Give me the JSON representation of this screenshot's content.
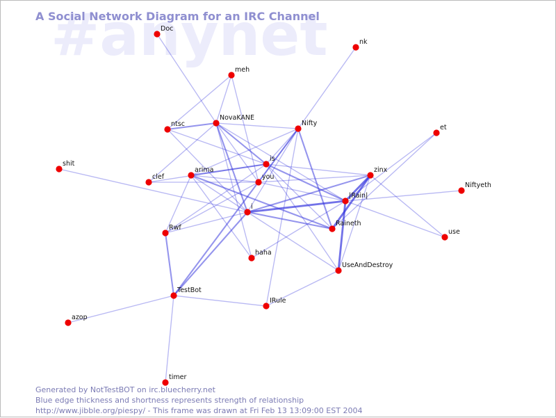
{
  "title": "A Social Network Diagram for an IRC Channel",
  "watermark": "#anynet",
  "footer": {
    "line1": "Generated by NotTestBOT on irc.bluecherry.net",
    "line2": "Blue edge thickness and shortness represents strength of relationship",
    "line3": "http://www.jibble.org/piespy/ - This frame was drawn at Fri Feb 13 13:09:00 EST 2004"
  },
  "colors": {
    "node": "#ee0000",
    "edge": "#3333dd",
    "title": "#8f8fd0",
    "watermark": "#ececfb"
  },
  "nodes": [
    {
      "id": "Doc",
      "label": "Doc"
    },
    {
      "id": "nk",
      "label": "nk"
    },
    {
      "id": "meh",
      "label": "meh"
    },
    {
      "id": "NovaKANE",
      "label": "NovaKANE"
    },
    {
      "id": "ntsc",
      "label": "ntsc"
    },
    {
      "id": "Nifty",
      "label": "Nifty"
    },
    {
      "id": "et",
      "label": "et"
    },
    {
      "id": "shit",
      "label": "shit"
    },
    {
      "id": "is",
      "label": "is"
    },
    {
      "id": "arima",
      "label": "arima"
    },
    {
      "id": "clef",
      "label": "clef"
    },
    {
      "id": "you",
      "label": "you"
    },
    {
      "id": "zinx",
      "label": "zinx"
    },
    {
      "id": "Niftyeth",
      "label": "Niftyeth"
    },
    {
      "id": "Rain",
      "label": "|Rain|"
    },
    {
      "id": "i",
      "label": "i"
    },
    {
      "id": "Rwf",
      "label": "Rwf"
    },
    {
      "id": "Raineth",
      "label": "Raineth"
    },
    {
      "id": "use",
      "label": "use"
    },
    {
      "id": "haha",
      "label": "haha"
    },
    {
      "id": "UseAndDestroy",
      "label": "UseAndDestroy"
    },
    {
      "id": "TestBot",
      "label": "TestBot"
    },
    {
      "id": "IRule",
      "label": "IRule"
    },
    {
      "id": "azop",
      "label": "azop"
    },
    {
      "id": "timer",
      "label": "timer"
    }
  ],
  "edges": [
    {
      "from": "Doc",
      "to": "NovaKANE",
      "weight": 1
    },
    {
      "from": "nk",
      "to": "Nifty",
      "weight": 1
    },
    {
      "from": "meh",
      "to": "NovaKANE",
      "weight": 1
    },
    {
      "from": "meh",
      "to": "ntsc",
      "weight": 1
    },
    {
      "from": "meh",
      "to": "you",
      "weight": 1
    },
    {
      "from": "ntsc",
      "to": "NovaKANE",
      "weight": 2
    },
    {
      "from": "ntsc",
      "to": "is",
      "weight": 1
    },
    {
      "from": "ntsc",
      "to": "i",
      "weight": 1
    },
    {
      "from": "NovaKANE",
      "to": "Nifty",
      "weight": 1
    },
    {
      "from": "NovaKANE",
      "to": "is",
      "weight": 2
    },
    {
      "from": "NovaKANE",
      "to": "i",
      "weight": 2
    },
    {
      "from": "NovaKANE",
      "to": "clef",
      "weight": 1
    },
    {
      "from": "NovaKANE",
      "to": "Rain",
      "weight": 1
    },
    {
      "from": "NovaKANE",
      "to": "haha",
      "weight": 1
    },
    {
      "from": "NovaKANE",
      "to": "you",
      "weight": 1
    },
    {
      "from": "Nifty",
      "to": "is",
      "weight": 1
    },
    {
      "from": "Nifty",
      "to": "arima",
      "weight": 1
    },
    {
      "from": "Nifty",
      "to": "i",
      "weight": 1
    },
    {
      "from": "Nifty",
      "to": "Raineth",
      "weight": 2
    },
    {
      "from": "Nifty",
      "to": "you",
      "weight": 1
    },
    {
      "from": "Nifty",
      "to": "IRule",
      "weight": 1
    },
    {
      "from": "Nifty",
      "to": "TestBot",
      "weight": 2
    },
    {
      "from": "is",
      "to": "arima",
      "weight": 2
    },
    {
      "from": "is",
      "to": "zinx",
      "weight": 1
    },
    {
      "from": "is",
      "to": "Rain",
      "weight": 2
    },
    {
      "from": "is",
      "to": "Raineth",
      "weight": 1
    },
    {
      "from": "is",
      "to": "clef",
      "weight": 1
    },
    {
      "from": "is",
      "to": "Rwf",
      "weight": 1
    },
    {
      "from": "is",
      "to": "UseAndDestroy",
      "weight": 1
    },
    {
      "from": "arima",
      "to": "you",
      "weight": 1
    },
    {
      "from": "arima",
      "to": "i",
      "weight": 1
    },
    {
      "from": "arima",
      "to": "Rwf",
      "weight": 1
    },
    {
      "from": "arima",
      "to": "Raineth",
      "weight": 2
    },
    {
      "from": "arima",
      "to": "haha",
      "weight": 1
    },
    {
      "from": "shit",
      "to": "i",
      "weight": 1
    },
    {
      "from": "clef",
      "to": "you",
      "weight": 1
    },
    {
      "from": "you",
      "to": "Rain",
      "weight": 1
    },
    {
      "from": "you",
      "to": "zinx",
      "weight": 1
    },
    {
      "from": "you",
      "to": "Rwf",
      "weight": 1
    },
    {
      "from": "zinx",
      "to": "Rain",
      "weight": 3
    },
    {
      "from": "zinx",
      "to": "Raineth",
      "weight": 3
    },
    {
      "from": "zinx",
      "to": "i",
      "weight": 2
    },
    {
      "from": "zinx",
      "to": "use",
      "weight": 1
    },
    {
      "from": "zinx",
      "to": "UseAndDestroy",
      "weight": 1
    },
    {
      "from": "et",
      "to": "Rain",
      "weight": 1
    },
    {
      "from": "et",
      "to": "Raineth",
      "weight": 1
    },
    {
      "from": "Rain",
      "to": "i",
      "weight": 3
    },
    {
      "from": "Rain",
      "to": "Niftyeth",
      "weight": 1
    },
    {
      "from": "Rain",
      "to": "UseAndDestroy",
      "weight": 3
    },
    {
      "from": "Rain",
      "to": "haha",
      "weight": 1
    },
    {
      "from": "Rain",
      "to": "use",
      "weight": 1
    },
    {
      "from": "i",
      "to": "Raineth",
      "weight": 2
    },
    {
      "from": "i",
      "to": "TestBot",
      "weight": 2
    },
    {
      "from": "i",
      "to": "Rwf",
      "weight": 1
    },
    {
      "from": "i",
      "to": "UseAndDestroy",
      "weight": 1
    },
    {
      "from": "Rwf",
      "to": "TestBot",
      "weight": 2
    },
    {
      "from": "TestBot",
      "to": "azop",
      "weight": 1
    },
    {
      "from": "TestBot",
      "to": "timer",
      "weight": 1
    },
    {
      "from": "TestBot",
      "to": "IRule",
      "weight": 1
    },
    {
      "from": "IRule",
      "to": "UseAndDestroy",
      "weight": 1
    }
  ]
}
